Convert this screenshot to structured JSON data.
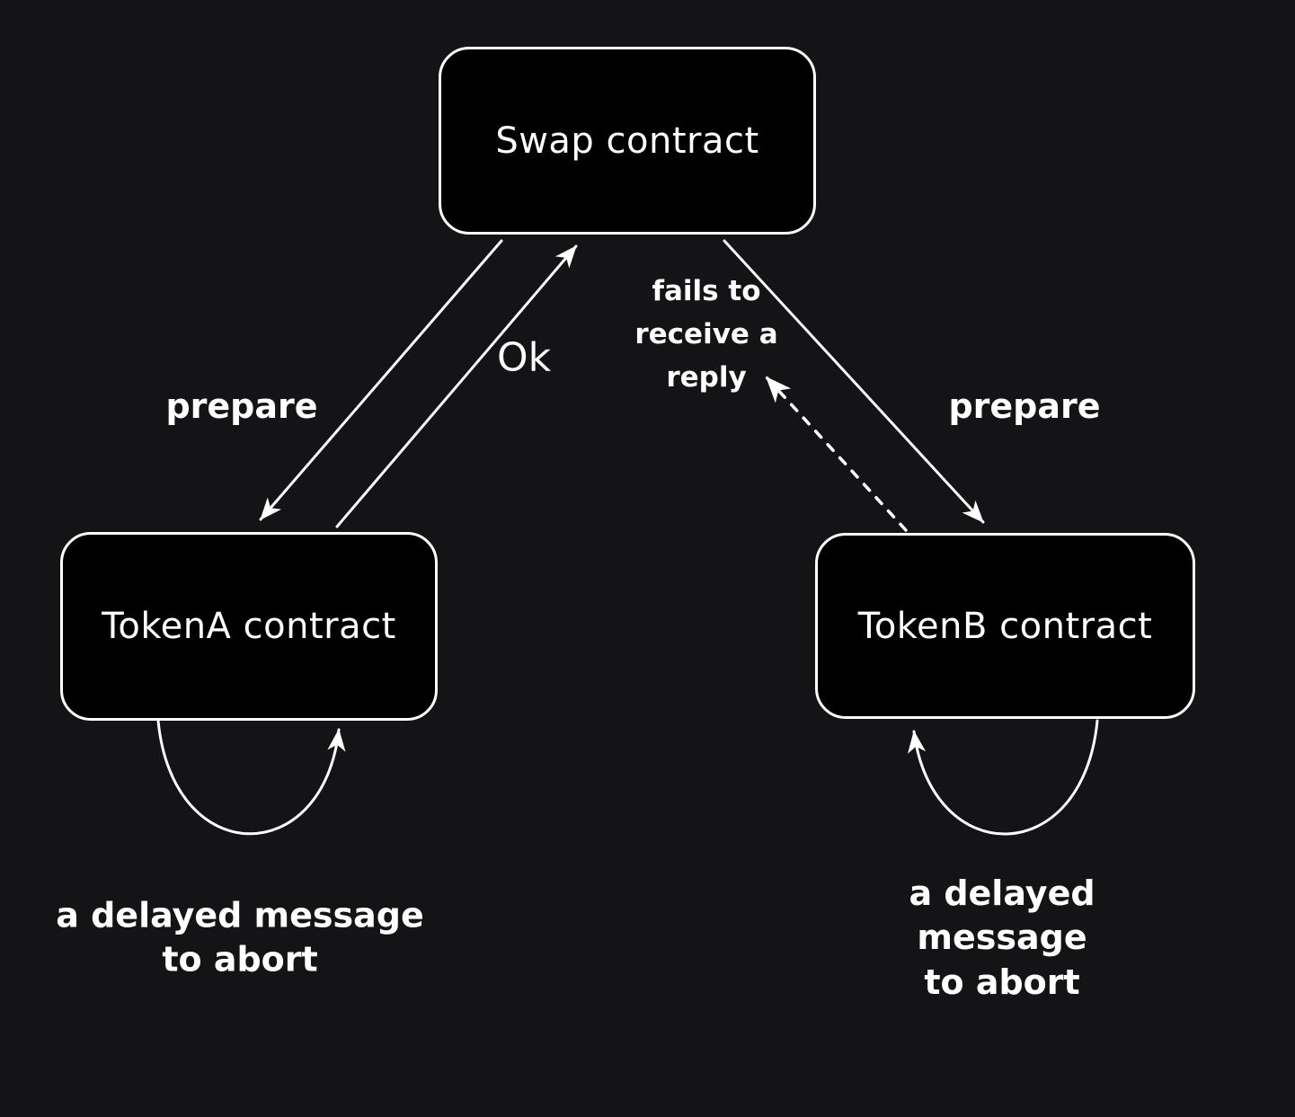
{
  "diagram": {
    "title": "token swap two-phase commit diagram",
    "colors": {
      "background": "#141417",
      "node_fill": "#000000",
      "stroke": "#ffffff",
      "text": "#ffffff"
    },
    "nodes": [
      {
        "id": "swap",
        "label": "Swap contract"
      },
      {
        "id": "tokenA",
        "label": "TokenA contract"
      },
      {
        "id": "tokenB",
        "label": "TokenB contract"
      }
    ],
    "edges": [
      {
        "from": "swap",
        "to": "tokenA",
        "style": "solid",
        "label": "prepare"
      },
      {
        "from": "tokenA",
        "to": "swap",
        "style": "solid",
        "label": "Ok"
      },
      {
        "from": "swap",
        "to": "tokenB",
        "style": "solid",
        "label": "prepare"
      },
      {
        "from": "tokenB",
        "to": "swap",
        "style": "dashed",
        "label": "fails to\nreceive a\nreply"
      },
      {
        "from": "tokenA",
        "to": "tokenA",
        "style": "solid-loop",
        "label": "a delayed message\nto abort"
      },
      {
        "from": "tokenB",
        "to": "tokenB",
        "style": "solid-loop",
        "label": "a delayed message\nto abort"
      }
    ]
  }
}
